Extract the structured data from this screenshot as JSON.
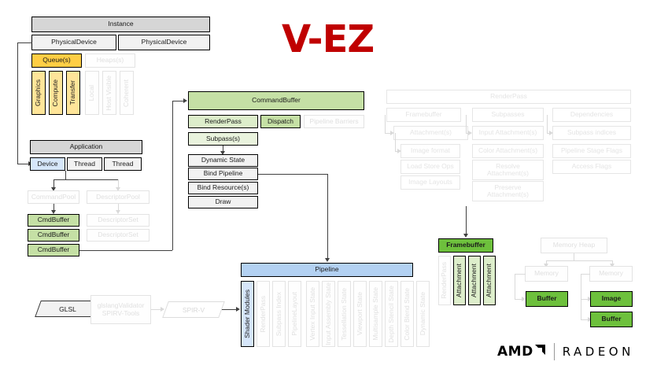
{
  "title": "V-EZ",
  "brand": {
    "amd": "AMD",
    "radeon": "RADEON",
    "amd_arrow_icon": "amd-arrow-icon"
  },
  "instance_group": {
    "instance": "Instance",
    "physical_device_1": "PhysicalDevice",
    "physical_device_2": "PhysicalDevice",
    "queues": "Queue(s)",
    "heaps": "Heaps(s)",
    "queue_types": [
      "Graphics",
      "Compute",
      "Transfer"
    ],
    "heap_types": [
      "Local",
      "Host Visible",
      "Coherent"
    ]
  },
  "application_group": {
    "application": "Application",
    "device": "Device",
    "thread_1": "Thread",
    "thread_2": "Thread",
    "command_pool": "CommandPool",
    "descriptor_pool": "DescriptorPool",
    "cmd_buffers": [
      "CmdBuffer",
      "CmdBuffer",
      "CmdBuffer"
    ],
    "descriptor_sets": [
      "DescriptorSet",
      "DescriptorSet"
    ]
  },
  "command_buffer_group": {
    "header": "CommandBuffer",
    "render_pass": "RenderPass",
    "dispatch": "Dispatch",
    "pipeline_barriers": "Pipeline Barriers",
    "subpasses": "Subpass(s)",
    "commands": [
      "Dynamic State",
      "Bind Pipeline",
      "Bind Resource(s)",
      "Draw"
    ]
  },
  "render_pass_group": {
    "header": "RenderPass",
    "columns": [
      {
        "header": "Framebuffer",
        "items": [
          "Attachment(s)",
          "Image format",
          "Load Store Ops",
          "Image Layouts"
        ]
      },
      {
        "header": "Subpasses",
        "items": [
          "Input Attachment(s)",
          "Color Attachment(s)",
          "Resolve Attachment(s)",
          "Preserve Attachment(s)"
        ]
      },
      {
        "header": "Dependencies",
        "items": [
          "Subpass indices",
          "Pipeline Stage Flags",
          "Access Flags"
        ]
      }
    ]
  },
  "pipeline_group": {
    "header": "Pipeline",
    "stages": [
      "Shader Modules",
      "RenderPass",
      "Subpass Index",
      "PipelineLayout",
      "Vertex Input State",
      "Input Assembly State",
      "Tessellation State",
      "Viewport State",
      "Multisample State",
      "Depth Stencil State",
      "Color Blend State",
      "Dynamic State"
    ]
  },
  "shader_flow": {
    "glsl": "GLSL",
    "tools_line1": "glslangValidator",
    "tools_line2": "SPIRV-Tools",
    "spirv": "SPIR-V"
  },
  "framebuffer_group": {
    "header": "Framebuffer",
    "render_pass": "RenderPass",
    "attachments": [
      "Attachment",
      "Attachment",
      "Attachment"
    ]
  },
  "memory_group": {
    "memory_heap": "Memory Heap",
    "memory_left": "Memory",
    "memory_right": "Memory",
    "buffer_left": "Buffer",
    "image": "Image",
    "buffer_right": "Buffer"
  },
  "colors": {
    "title_red": "#c00000",
    "green_dark": "#6dc03c",
    "green_mid": "#c5e0a5",
    "amber": "#ffce45",
    "amber_light": "#ffe599",
    "blue": "#b3d1f2",
    "grey": "#d6d6d6"
  }
}
